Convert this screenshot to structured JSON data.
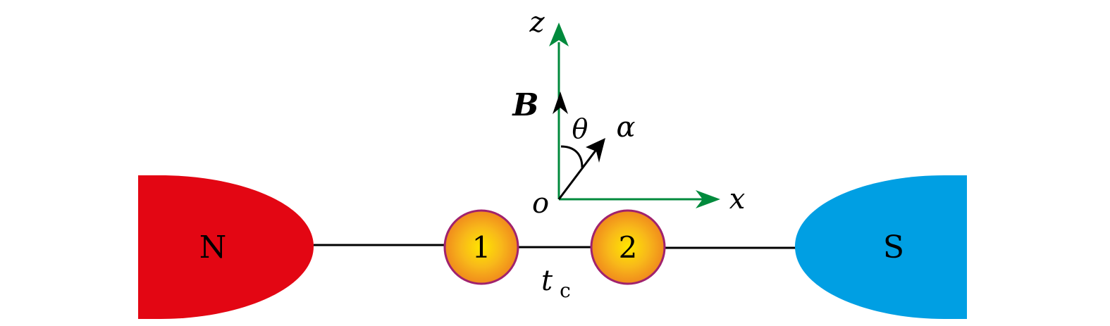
{
  "leads": {
    "normal": {
      "label": "N",
      "color": "#e30613"
    },
    "superconductor": {
      "label": "S",
      "color": "#009fe3"
    }
  },
  "dots": [
    {
      "label": "1"
    },
    {
      "label": "2"
    }
  ],
  "coupling": {
    "symbol": "t",
    "subscript": "c"
  },
  "axes": {
    "origin": "o",
    "x": "x",
    "z": "z",
    "color": "#008a3c"
  },
  "field": {
    "label": "B"
  },
  "angle": {
    "label": "θ"
  },
  "soc_vector": {
    "label": "α"
  },
  "colors": {
    "dot_center": "#ffe600",
    "dot_edge": "#f08a1c",
    "dot_stroke": "#a0226e",
    "wire": "#000000"
  }
}
